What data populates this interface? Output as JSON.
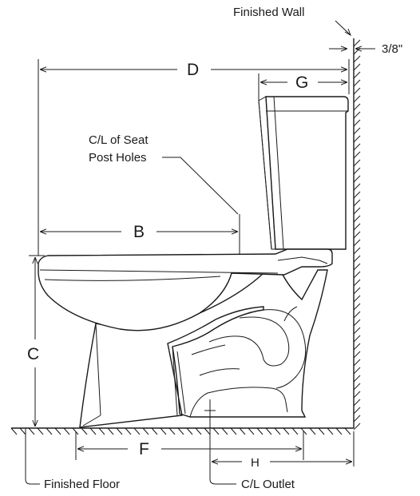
{
  "labels": {
    "finished_wall": "Finished Wall",
    "wall_offset": "3/8\"",
    "seat_post_line1": "C/L of Seat",
    "seat_post_line2": "Post Holes",
    "finished_floor": "Finished Floor",
    "outlet": "C/L Outlet"
  },
  "dimensions": {
    "d": "D",
    "g": "G",
    "b": "B",
    "c": "C",
    "f": "F",
    "h": "H"
  },
  "colors": {
    "line": "#1a1a1a",
    "background": "#ffffff"
  }
}
